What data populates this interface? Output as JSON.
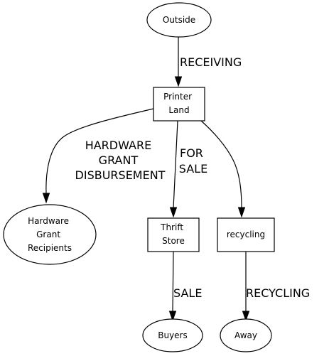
{
  "diagram": {
    "nodes": {
      "outside": {
        "lines": [
          "Outside"
        ],
        "shape": "ellipse"
      },
      "printer_land": {
        "lines": [
          "Printer",
          "Land"
        ],
        "shape": "box"
      },
      "hardware_grant_recipients": {
        "lines": [
          "Hardware",
          "Grant",
          "Recipients"
        ],
        "shape": "ellipse"
      },
      "thrift_store": {
        "lines": [
          "Thrift",
          "Store"
        ],
        "shape": "box"
      },
      "recycling": {
        "lines": [
          "recycling"
        ],
        "shape": "box"
      },
      "buyers": {
        "lines": [
          "Buyers"
        ],
        "shape": "ellipse"
      },
      "away": {
        "lines": [
          "Away"
        ],
        "shape": "ellipse"
      }
    },
    "edges": {
      "receiving": {
        "from": "Outside",
        "to": "Printer Land",
        "lines": [
          "RECEIVING"
        ]
      },
      "hardware_grant": {
        "from": "Printer Land",
        "to": "Hardware Grant Recipients",
        "lines": [
          "HARDWARE",
          "GRANT",
          "DISBURSEMENT"
        ]
      },
      "for_sale": {
        "from": "Printer Land",
        "to": "Thrift Store",
        "lines": [
          "FOR",
          "SALE"
        ]
      },
      "to_recycling": {
        "from": "Printer Land",
        "to": "recycling",
        "lines": []
      },
      "sale": {
        "from": "Thrift Store",
        "to": "Buyers",
        "lines": [
          "SALE"
        ]
      },
      "recycling_out": {
        "from": "recycling",
        "to": "Away",
        "lines": [
          "RECYCLING"
        ]
      }
    }
  }
}
